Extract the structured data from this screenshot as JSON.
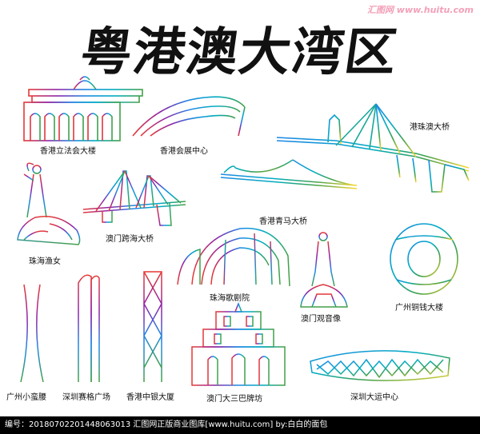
{
  "title": "粤港澳大湾区",
  "watermark": "汇图网 www.huitu.com",
  "landmarks": {
    "hk_legco": "香港立法会大楼",
    "hk_convention": "香港会展中心",
    "hzm_bridge": "港珠澳大桥",
    "tsing_ma": "香港青马大桥",
    "macau_bridge": "澳门跨海大桥",
    "zhuhai_fisher": "珠海渔女",
    "zhuhai_opera": "珠海歌剧院",
    "macau_guanyin": "澳门观音像",
    "gz_coin": "广州铜钱大楼",
    "gz_tower": "广州小蛮腰",
    "sz_segplaza": "深圳赛格广场",
    "hk_boc": "香港中银大厦",
    "st_paul": "澳门大三巴牌坊",
    "sz_universiade": "深圳大运中心"
  },
  "footer": "编号：20180702201448063013   汇图网正版商业图库[www.huitu.com]   by:白白的面包",
  "colors": [
    "#e53935",
    "#8e24aa",
    "#1e88e5",
    "#00acc1",
    "#43a047",
    "#fdd835"
  ]
}
